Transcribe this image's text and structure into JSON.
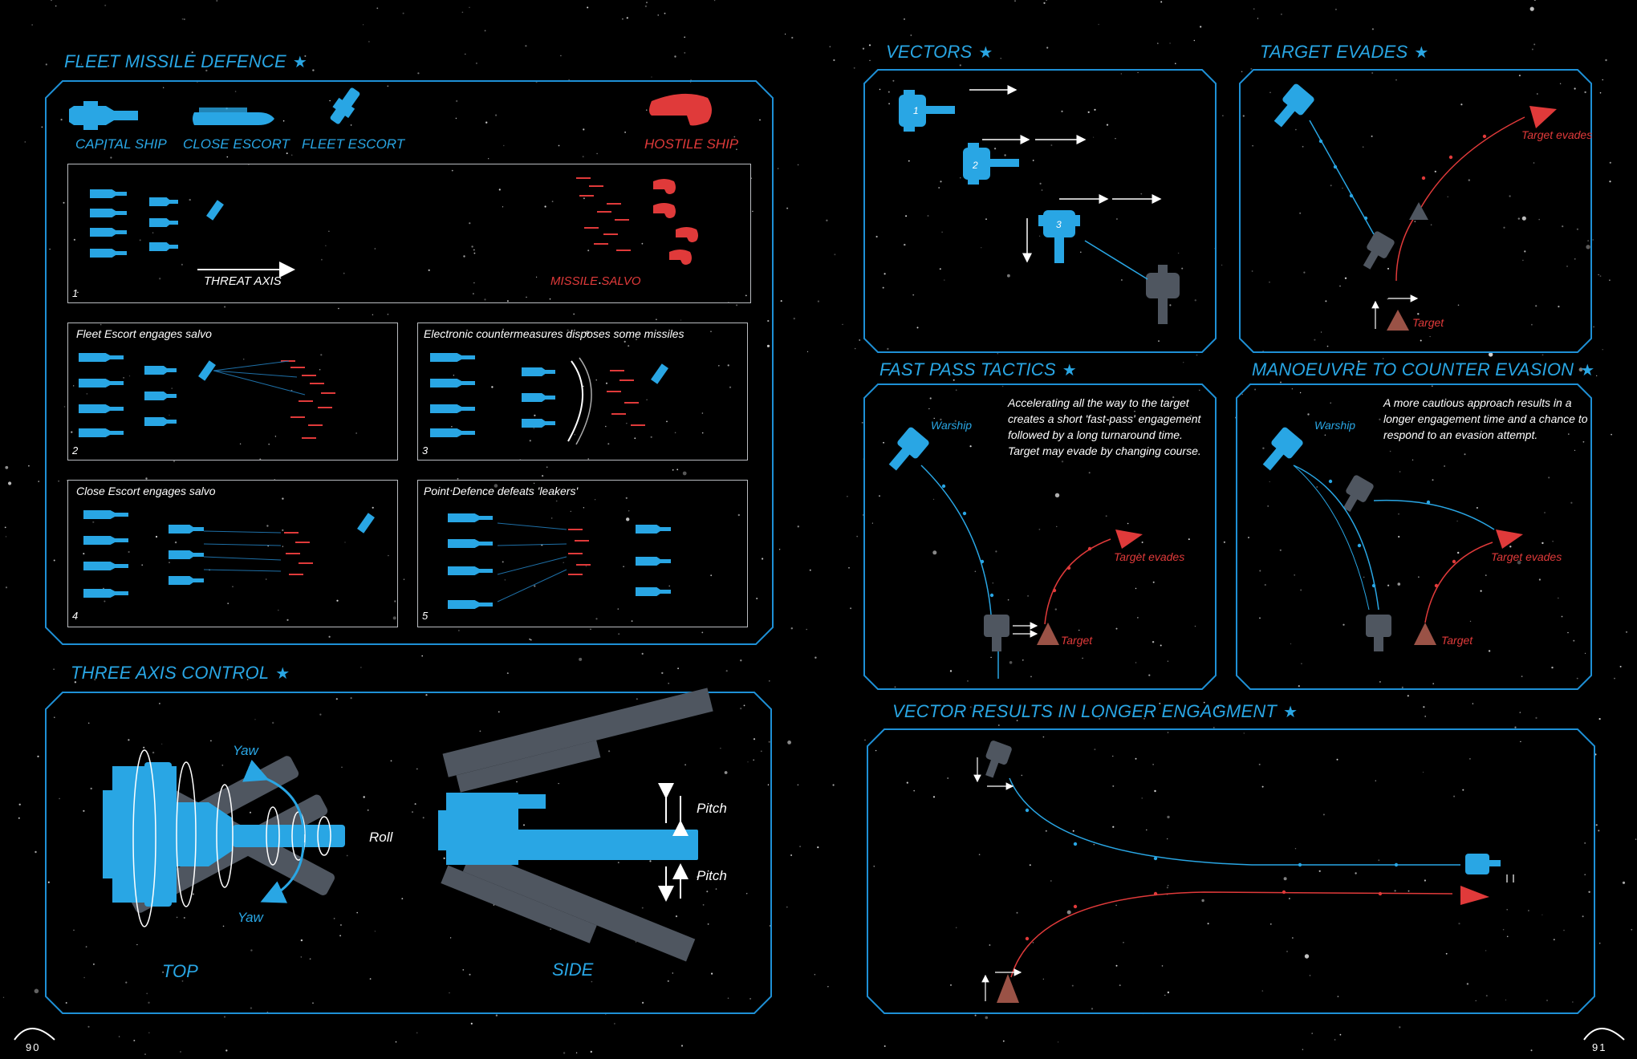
{
  "left_page": {
    "fleet_missile_defence": {
      "heading": "FLEET MISSILE DEFENCE",
      "legend": {
        "capital_ship": "CAPITAL SHIP",
        "close_escort": "CLOSE ESCORT",
        "fleet_escort": "FLEET ESCORT",
        "hostile_ship": "HOSTILE SHIP"
      },
      "step1": {
        "number": "1",
        "threat_axis": "THREAT AXIS",
        "missile_salvo": "MISSILE SALVO"
      },
      "step2": {
        "number": "2",
        "caption": "Fleet Escort engages salvo"
      },
      "step3": {
        "number": "3",
        "caption": "Electronic countermeasures disposes some missiles"
      },
      "step4": {
        "number": "4",
        "caption": "Close Escort engages salvo"
      },
      "step5": {
        "number": "5",
        "caption": "Point Defence defeats 'leakers'"
      }
    },
    "three_axis_control": {
      "heading": "THREE AXIS CONTROL",
      "yaw_top": "Yaw",
      "yaw_bottom": "Yaw",
      "roll": "Roll",
      "pitch_top": "Pitch",
      "pitch_bottom": "Pitch",
      "top_label": "TOP",
      "side_label": "SIDE"
    },
    "page_number": "90"
  },
  "right_page": {
    "vectors": {
      "heading": "VECTORS",
      "ship1": "1",
      "ship2": "2",
      "ship3": "3"
    },
    "target_evades": {
      "heading": "TARGET EVADES",
      "target_evades_label": "Target evades",
      "target_label": "Target"
    },
    "fast_pass_tactics": {
      "heading": "FAST PASS TACTICS",
      "warship_label": "Warship",
      "target_evades_label": "Target evades",
      "target_label": "Target",
      "note_lines": [
        "Accelerating all the way to the target",
        "creates a  short 'fast-pass' engagement",
        "followed by a long turnaround time.",
        "Target may evade by changing course."
      ]
    },
    "manoeuvre_to_counter_evasion": {
      "heading": "MANOEUVRE TO COUNTER EVASION",
      "warship_label": "Warship",
      "target_evades_label": "Target evades",
      "target_label": "Target",
      "note_lines": [
        "A more cautious approach results in a",
        "longer engagement time and a chance to",
        "respond to an evasion attempt."
      ]
    },
    "vector_results": {
      "heading": "VECTOR RESULTS IN LONGER ENGAGMENT"
    },
    "page_number": "91"
  },
  "colors": {
    "accent_blue": "#29a6e4",
    "hostile_red": "#e03a3a",
    "ghost_grey": "#4f5660",
    "frame": "#1e90d6"
  },
  "icons": {
    "section_star": "star-icon"
  }
}
